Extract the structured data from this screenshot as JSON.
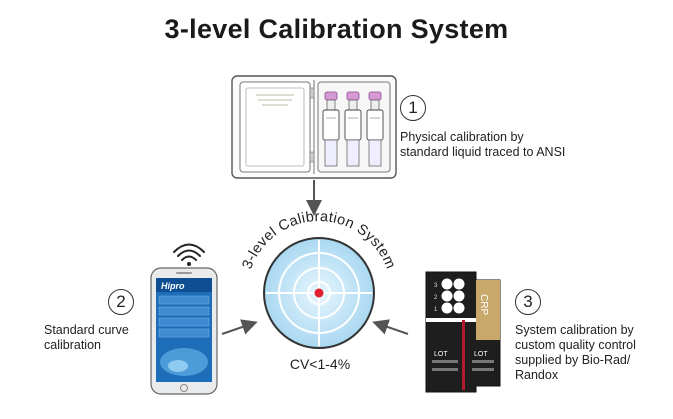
{
  "title": "3-level Calibration System",
  "center": {
    "ring_text": "3-level Calibration System",
    "cv": "CV<1-4%"
  },
  "steps": [
    {
      "num": "1",
      "caption_lines": [
        "Physical calibration by",
        "standard liquid traced to ANSI"
      ]
    },
    {
      "num": "2",
      "caption_lines": [
        "Standard curve",
        "calibration"
      ]
    },
    {
      "num": "3",
      "caption_lines": [
        "System calibration by",
        "custom quality control",
        "supplied by Bio-Rad/",
        "Randox"
      ]
    }
  ],
  "phone": {
    "brand": "Hipro"
  },
  "card": {
    "label": "CRP",
    "numbers": [
      "3",
      "2",
      "1"
    ],
    "lot_label": "LOT"
  },
  "colors": {
    "target_blue": "#a9d8f1",
    "target_dot": "#e0202e",
    "ring": "#333333",
    "arrow": "#555555"
  }
}
